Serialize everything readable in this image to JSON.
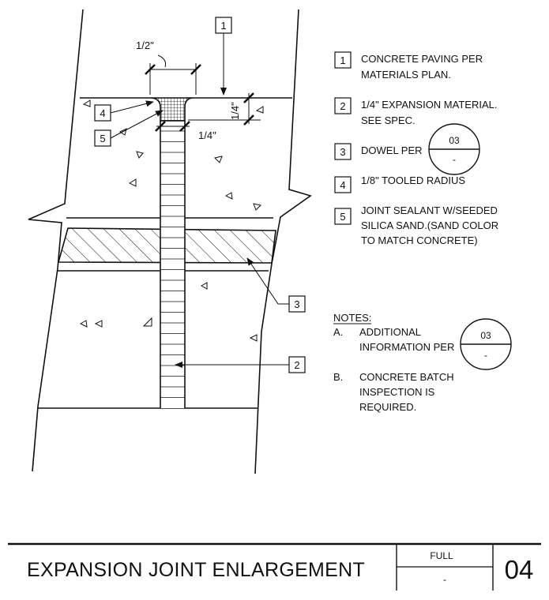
{
  "callouts": [
    {
      "num": "1",
      "lines": [
        "CONCRETE PAVING PER",
        "MATERIALS PLAN."
      ]
    },
    {
      "num": "2",
      "lines": [
        "1/4\" EXPANSION MATERIAL.",
        "SEE SPEC."
      ]
    },
    {
      "num": "3",
      "lines": [
        "DOWEL PER"
      ],
      "ref": {
        "top": "03",
        "bottom": "-"
      }
    },
    {
      "num": "4",
      "lines": [
        "1/8\" TOOLED RADIUS"
      ]
    },
    {
      "num": "5",
      "lines": [
        "JOINT SEALANT W/SEEDED",
        "SILICA SAND.(SAND COLOR",
        "TO MATCH CONCRETE)"
      ]
    }
  ],
  "notes": {
    "heading": "NOTES:",
    "items": [
      {
        "letter": "A.",
        "lines": [
          "ADDITIONAL",
          "INFORMATION PER"
        ],
        "ref": {
          "top": "03",
          "bottom": "-"
        }
      },
      {
        "letter": "B.",
        "lines": [
          "CONCRETE BATCH",
          "INSPECTION IS",
          "REQUIRED."
        ]
      }
    ]
  },
  "dimensions": {
    "top_width": "1/2\"",
    "side_depth": "1/4\"",
    "bottom_width": "1/4\""
  },
  "drawing_tags": {
    "t1": "1",
    "t2": "2",
    "t3": "3",
    "t4": "4",
    "t5": "5"
  },
  "title_block": {
    "title": "EXPANSION JOINT ENLARGEMENT",
    "scale": "FULL",
    "scale_sub": "-",
    "sheet": "04"
  }
}
